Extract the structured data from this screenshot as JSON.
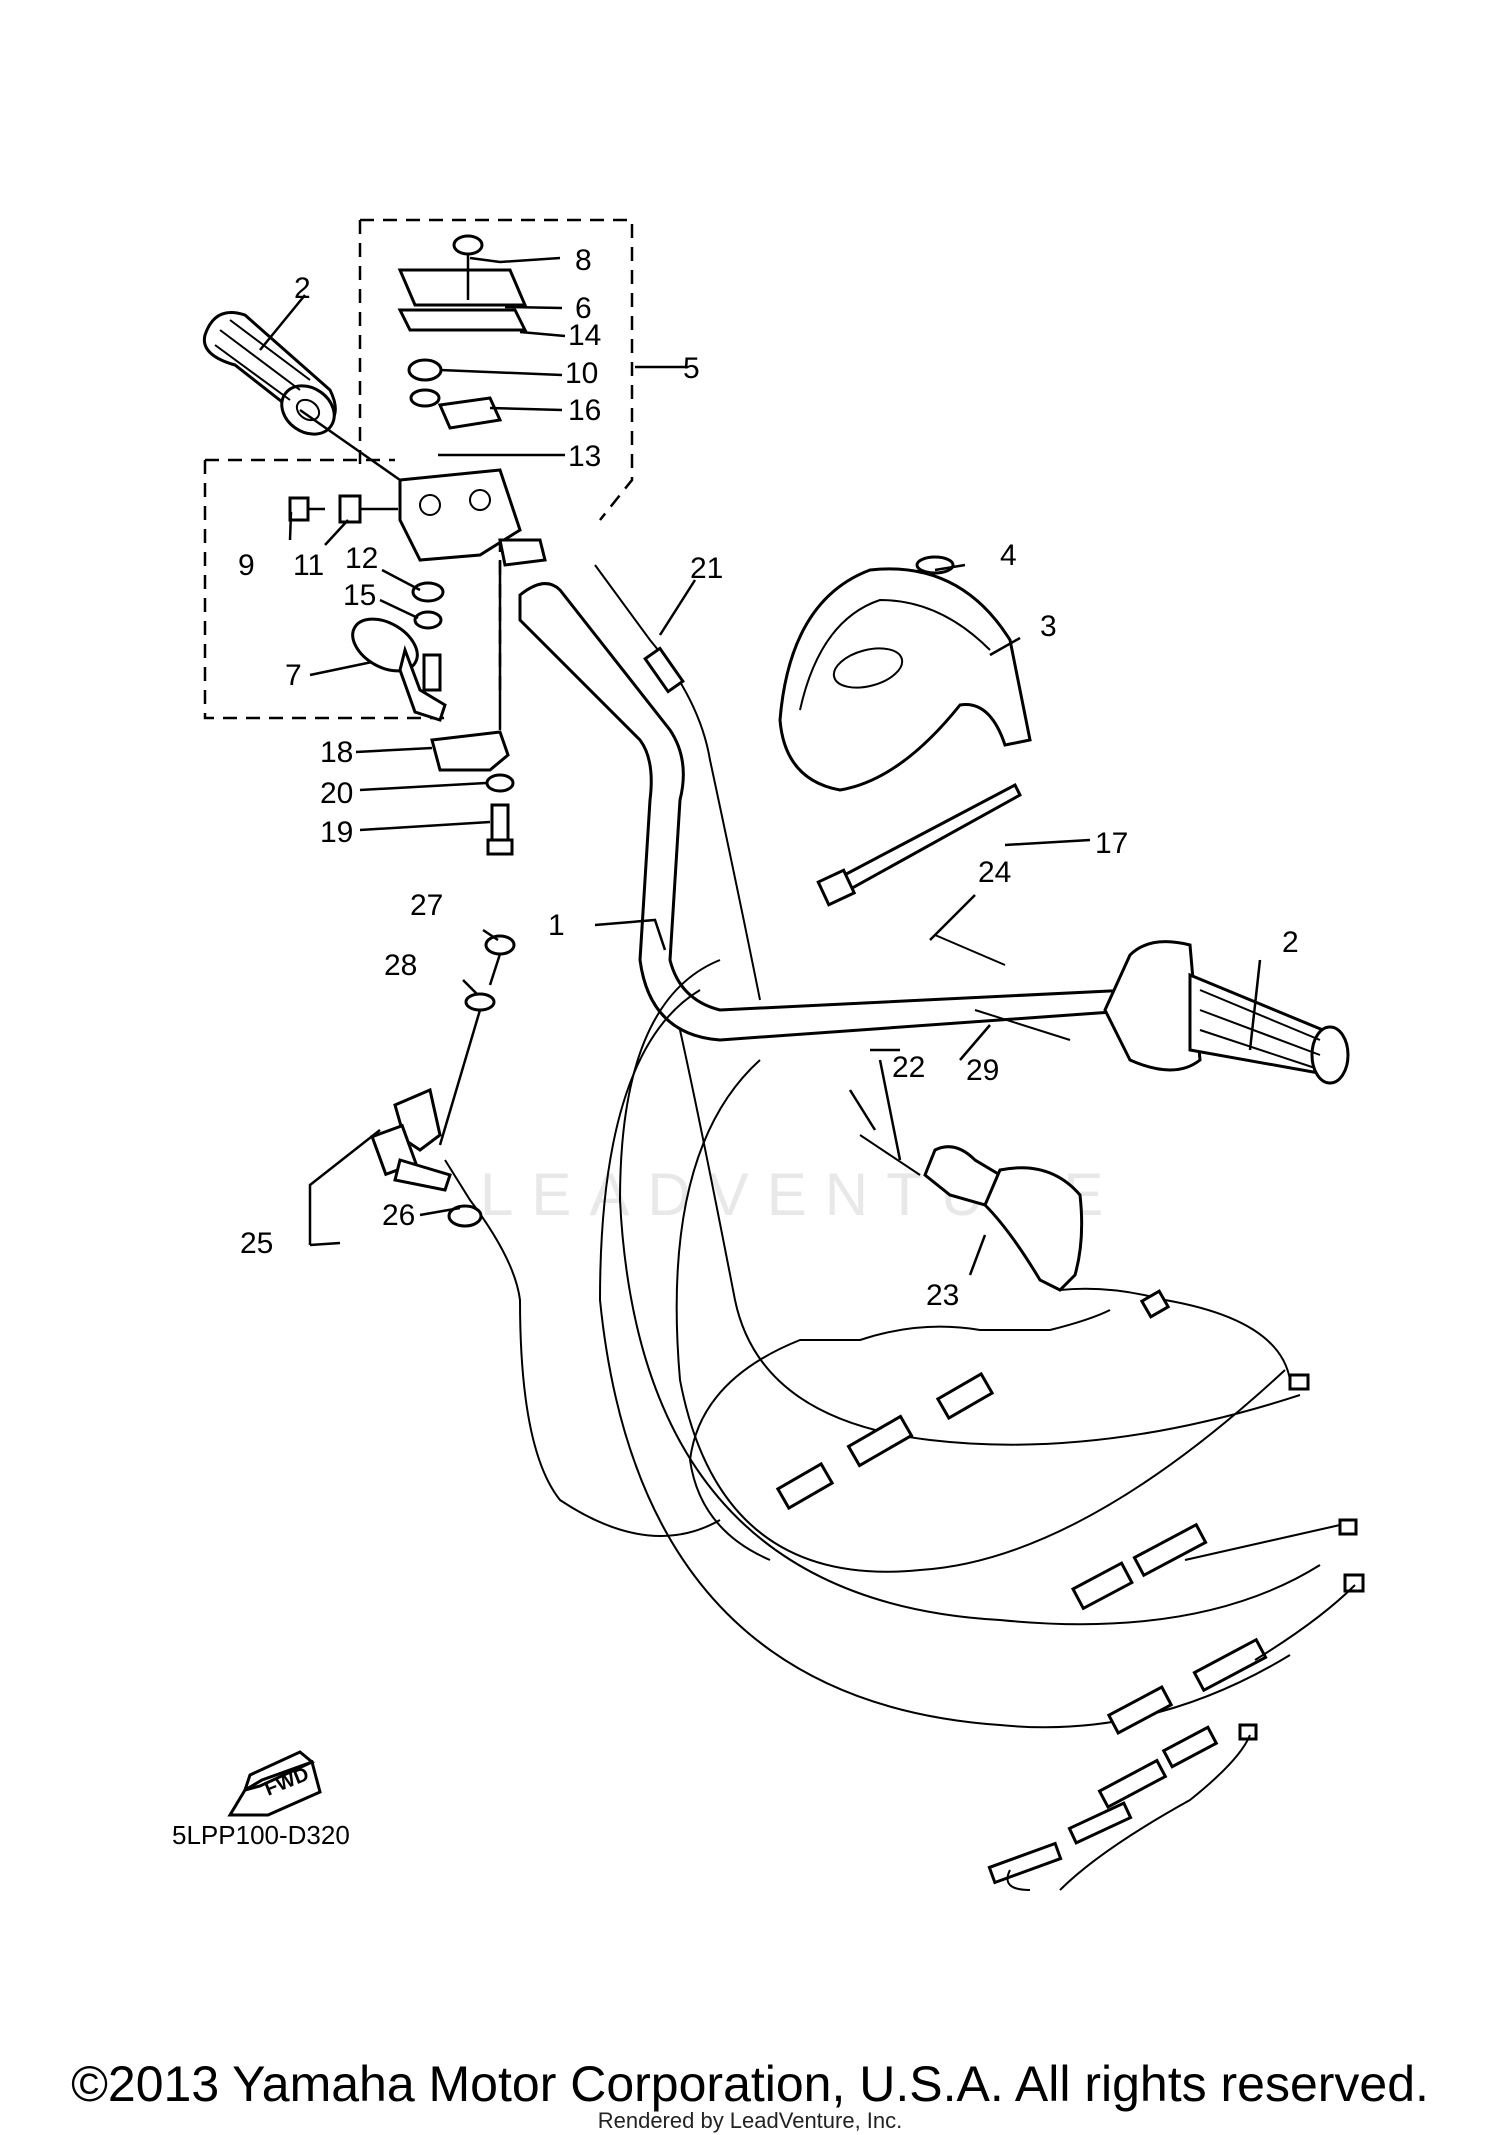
{
  "diagram": {
    "code": "5LPP100-D320",
    "watermark": "LEADVENTURE",
    "fwd_label": "FWD",
    "callouts": [
      "1",
      "2",
      "2",
      "3",
      "4",
      "5",
      "6",
      "7",
      "8",
      "9",
      "10",
      "11",
      "12",
      "13",
      "14",
      "15",
      "16",
      "17",
      "18",
      "19",
      "20",
      "21",
      "22",
      "23",
      "24",
      "25",
      "26",
      "27",
      "28",
      "29"
    ]
  },
  "footer": {
    "copyright": "©2013 Yamaha Motor Corporation, U.S.A. All rights reserved.",
    "rendered_by": "Rendered by LeadVenture, Inc."
  }
}
